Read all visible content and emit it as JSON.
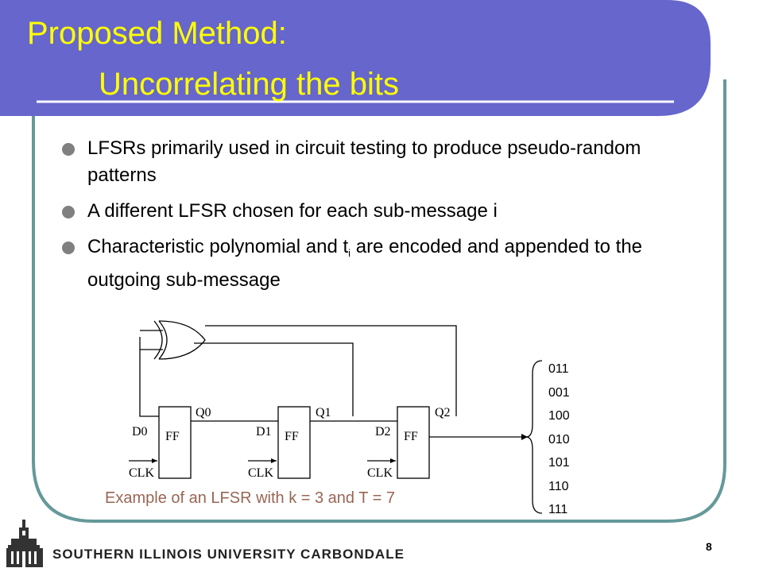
{
  "title": {
    "line1": "Proposed Method:",
    "line2": "Uncorrelating the bits"
  },
  "bullets": [
    {
      "text": "LFSRs primarily used in circuit testing to produce pseudo-random  patterns"
    },
    {
      "text": "A different LFSR chosen for each sub-message i"
    },
    {
      "pre": "Characteristic polynomial  and t",
      "sub": "i",
      "post": " are encoded and appended to the outgoing sub-message"
    }
  ],
  "diagram": {
    "q_labels": [
      "Q0",
      "Q1",
      "Q2"
    ],
    "d_labels": [
      "D0",
      "D1",
      "D2"
    ],
    "ff_label": "FF",
    "clk_label": "CLK",
    "sequence": [
      "011",
      "001",
      "100",
      "010",
      "101",
      "110",
      "111"
    ],
    "caption": "Example of an LFSR with k = 3 and T = 7"
  },
  "footer": {
    "university": "SOUTHERN ILLINOIS UNIVERSITY CARBONDALE",
    "page_number": "8"
  },
  "colors": {
    "title_bar": "#6666cc",
    "title_text": "#ffff00",
    "frame": "#669999",
    "bullet": "#808080",
    "caption": "#996655"
  }
}
